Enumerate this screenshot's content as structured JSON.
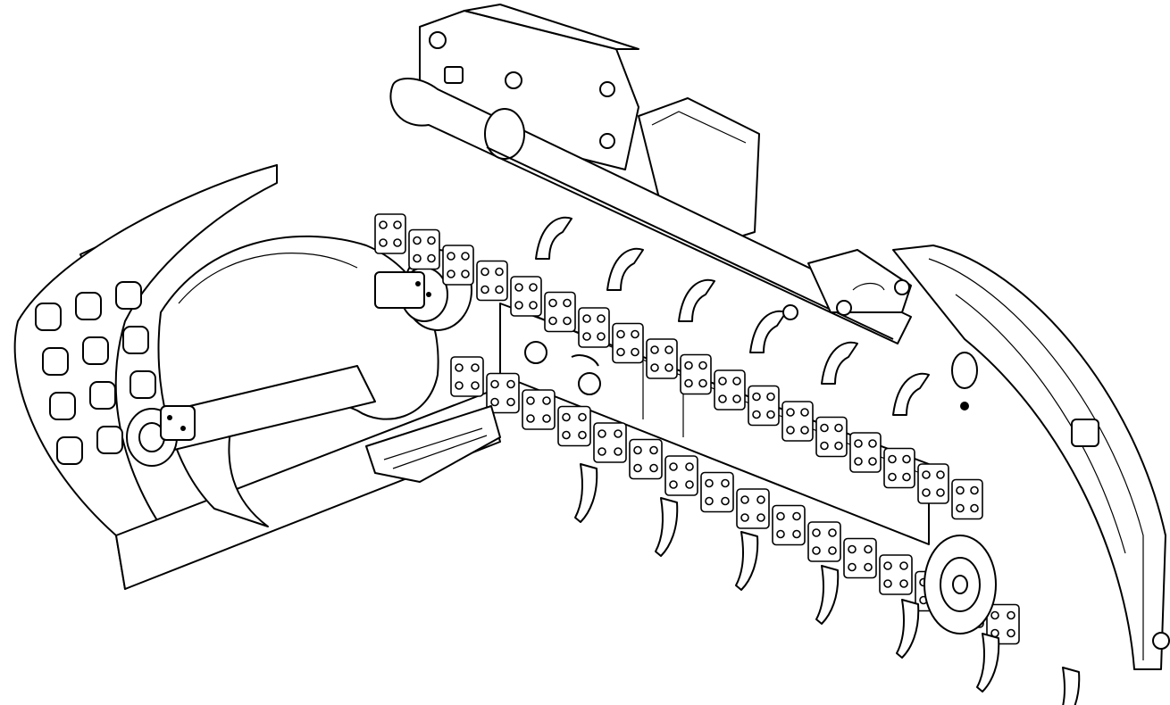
{
  "drawing": {
    "subject": "trencher-attachment-line-art",
    "line_color": "#000000",
    "background_color": "#ffffff",
    "chain_links_upper": 18,
    "chain_links_lower": 16,
    "teeth_lower": 7,
    "shield_holes_rows": 4,
    "shield_holes_cols": 3
  }
}
